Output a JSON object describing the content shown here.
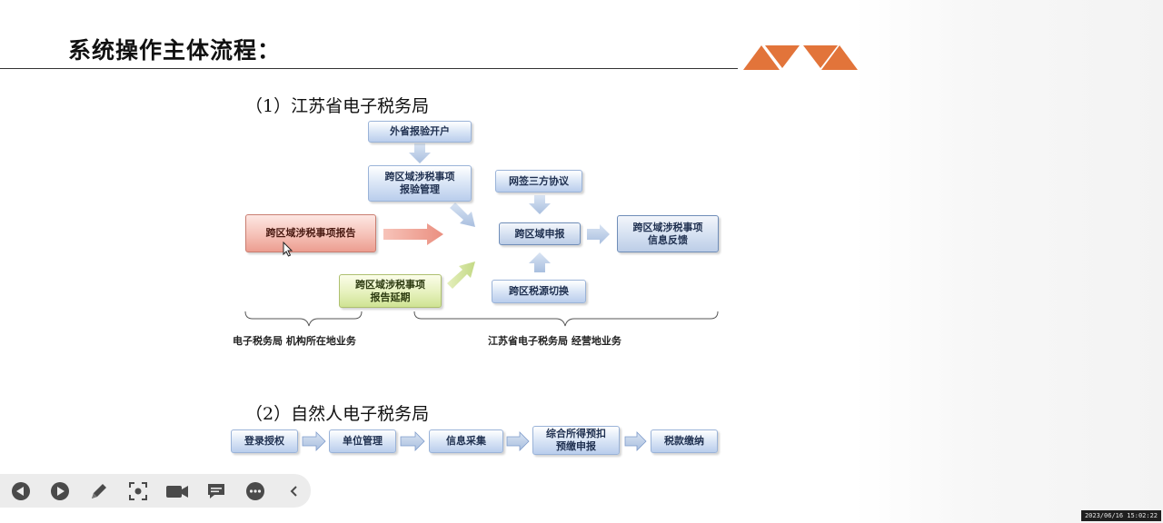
{
  "slide": {
    "title": "系统操作主体流程：",
    "accent_color": "#e2743a"
  },
  "section1": {
    "title": "（1）江苏省电子税务局",
    "boxes": {
      "out_province": "外省报验开户",
      "cross_verify": "跨区域涉税事项\n报验管理",
      "cross_report": "跨区域涉税事项报告",
      "cross_extend": "跨区域涉税事项\n报告延期",
      "online_sign": "网签三方协议",
      "cross_declare": "跨区域申报",
      "tax_source_switch": "跨区税源切换",
      "info_feedback": "跨区域涉税事项\n信息反馈"
    },
    "captions": {
      "left": "电子税务局 机构所在地业务",
      "right": "江苏省电子税务局 经营地业务"
    }
  },
  "section2": {
    "title": "（2）自然人电子税务局",
    "steps": [
      "登录授权",
      "单位管理",
      "信息采集",
      "综合所得预扣\n预缴申报",
      "税款缴纳"
    ]
  },
  "toolbar": {
    "icons": [
      "prev-icon",
      "next-icon",
      "pen-icon",
      "screenshot-icon",
      "camera-icon",
      "comment-icon",
      "more-icon",
      "collapse-icon"
    ]
  },
  "timestamp": "2023/06/16 15:02:22"
}
